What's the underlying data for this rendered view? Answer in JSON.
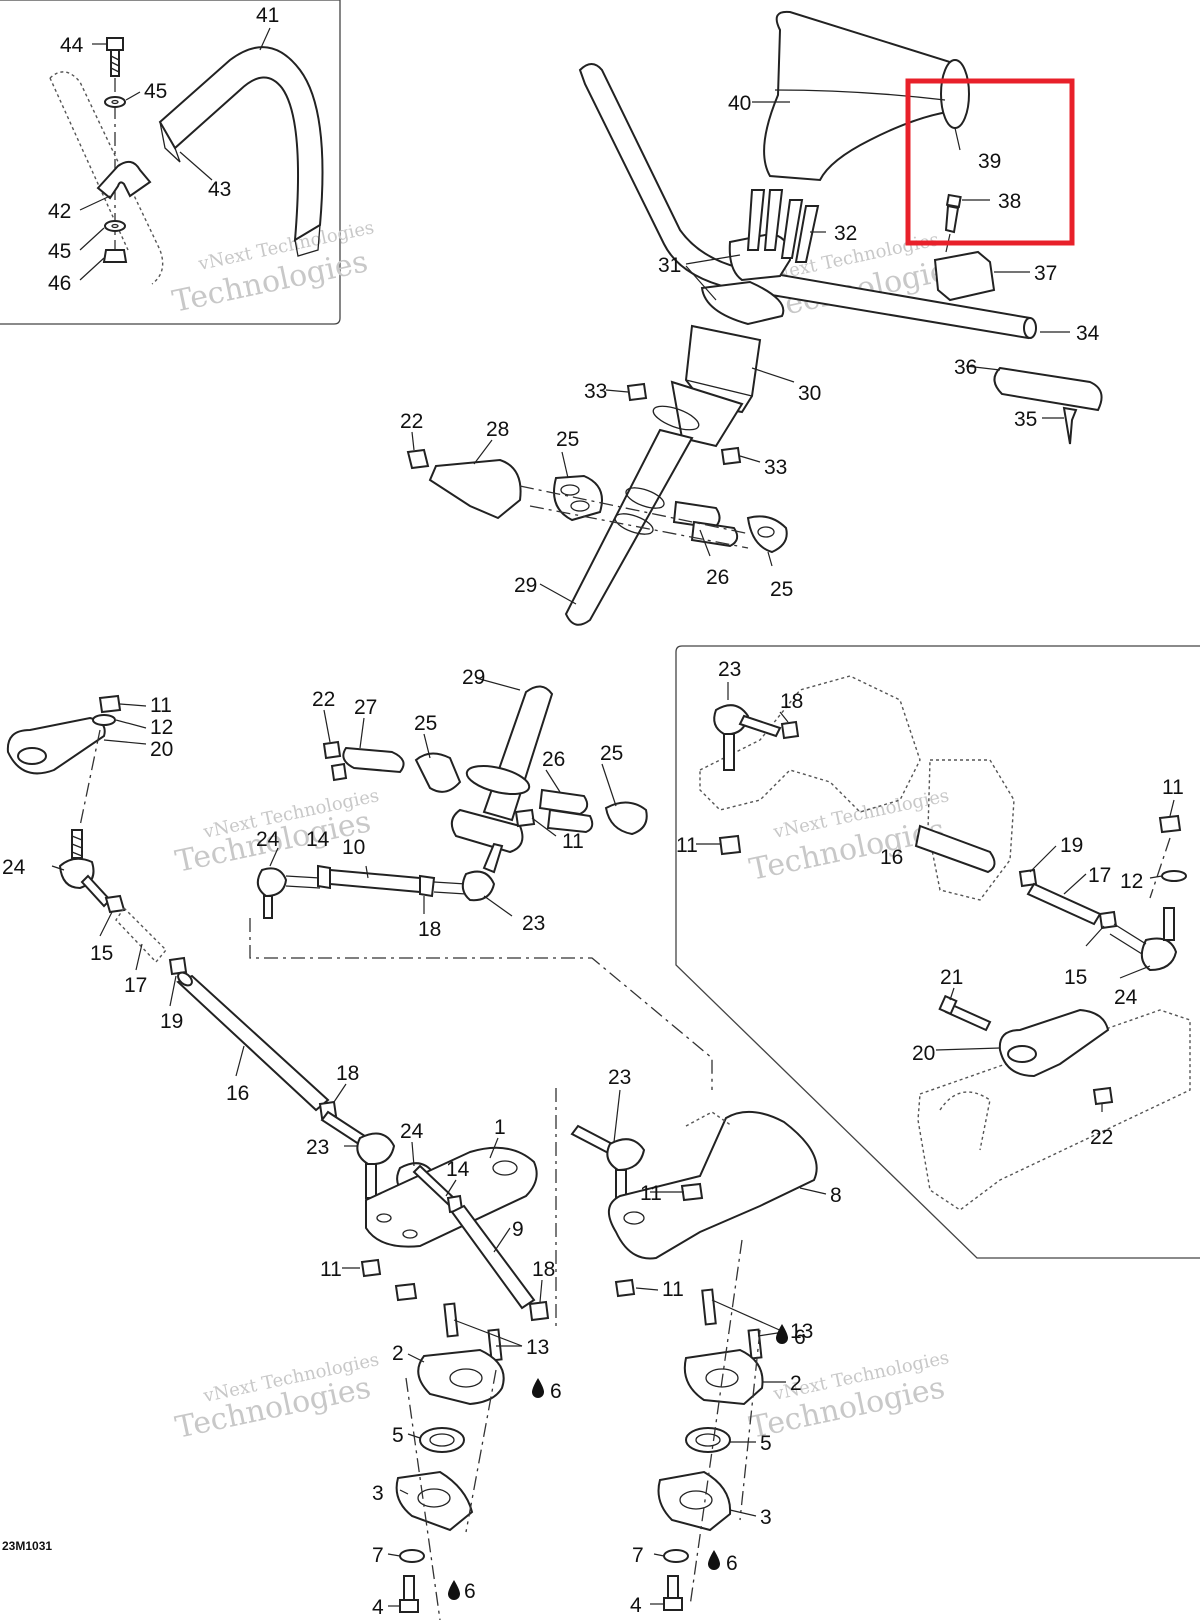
{
  "diagram": {
    "reference_code": "23M1031",
    "watermark_lines": [
      "vNext Technologies",
      "vNext",
      "Technologies"
    ],
    "highlight_color": "#e8202a",
    "part_labels": {
      "p1": "1",
      "p2": "2",
      "p3": "3",
      "p4": "4",
      "p5": "5",
      "p6": "6",
      "p7": "7",
      "p8": "8",
      "p9": "9",
      "p10": "10",
      "p11": "11",
      "p12": "12",
      "p13": "13",
      "p14": "14",
      "p15": "15",
      "p16": "16",
      "p17": "17",
      "p18": "18",
      "p19": "19",
      "p20": "20",
      "p21": "21",
      "p22": "22",
      "p23": "23",
      "p24": "24",
      "p25": "25",
      "p26": "26",
      "p27": "27",
      "p28": "28",
      "p29": "29",
      "p30": "30",
      "p31": "31",
      "p32": "32",
      "p33": "33",
      "p34": "34",
      "p35": "35",
      "p36": "36",
      "p37": "37",
      "p38": "38",
      "p39": "39",
      "p40": "40",
      "p41": "41",
      "p42": "42",
      "p43": "43",
      "p44": "44",
      "p45": "45",
      "p46": "46"
    }
  }
}
